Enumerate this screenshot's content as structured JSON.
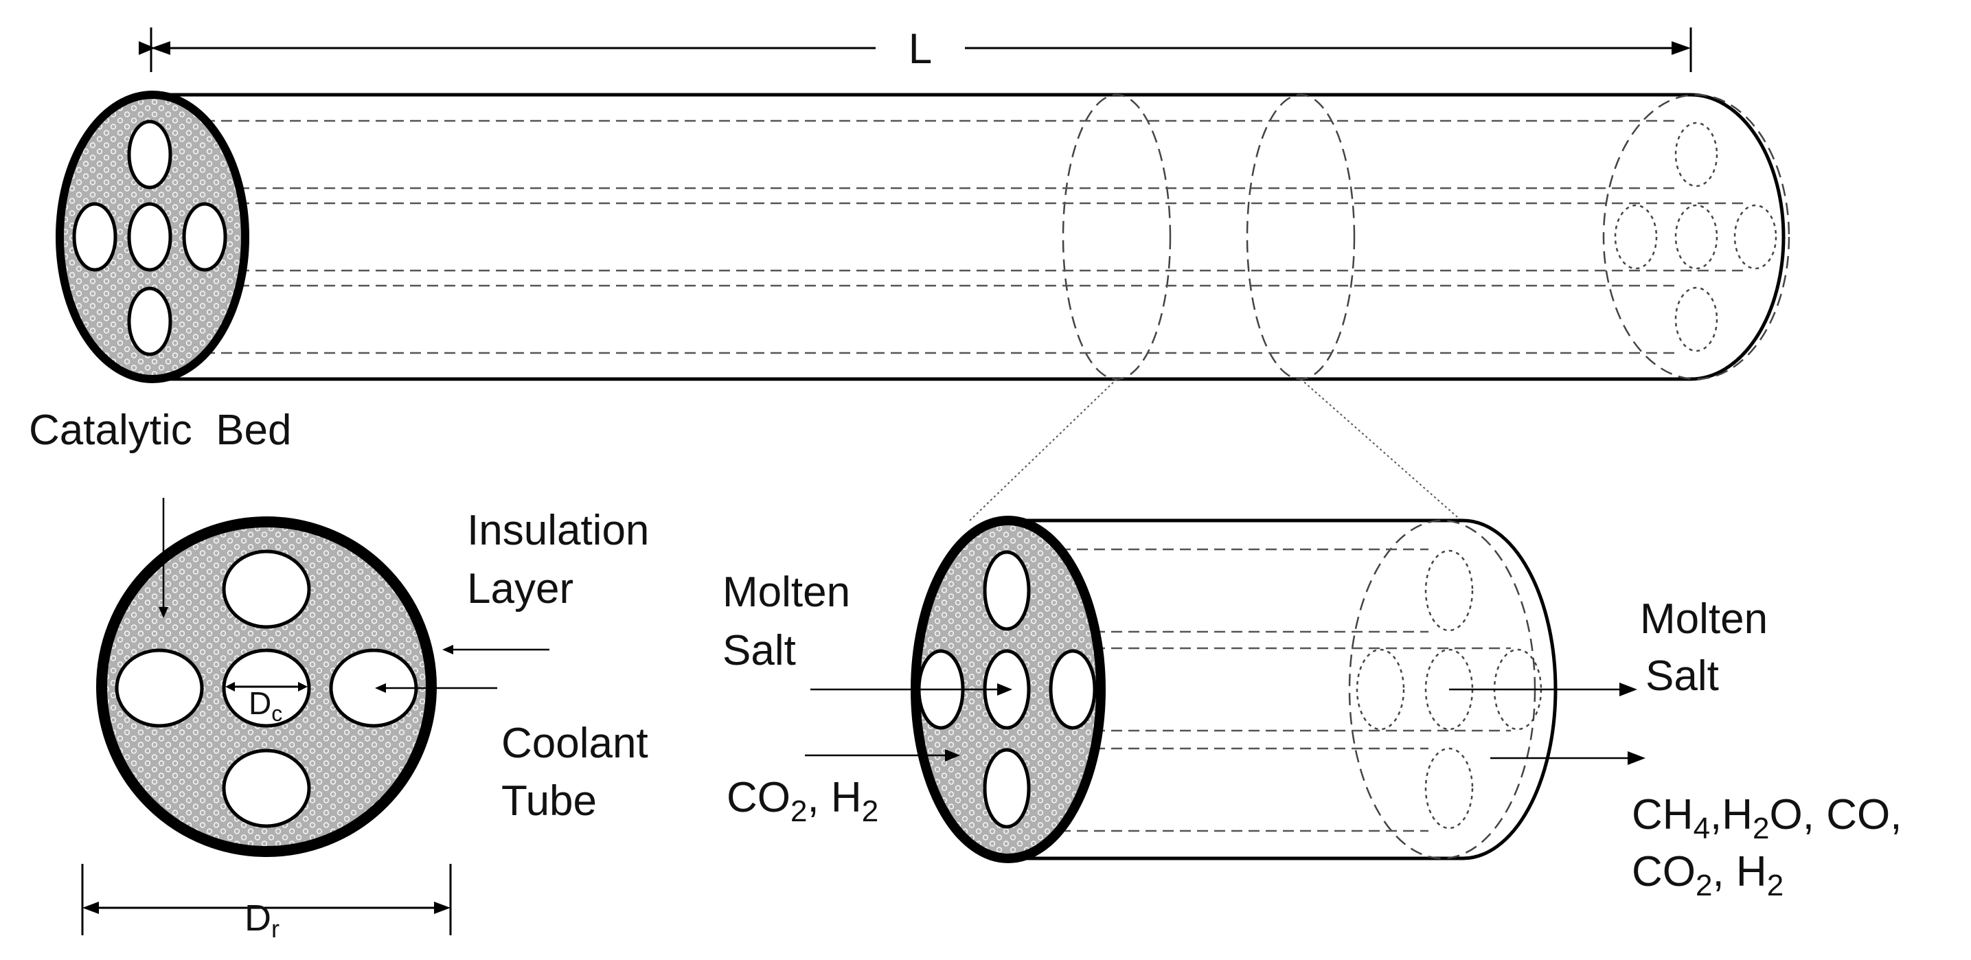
{
  "labels": {
    "length": "L",
    "catalytic_bed": "Catalytic  Bed",
    "insulation_line1": "Insulation",
    "insulation_line2": "Layer",
    "coolant_line1": "Coolant",
    "coolant_line2": "Tube",
    "dc_base": "D",
    "dc_sub": "c",
    "dr_base": "D",
    "dr_sub": "r",
    "salt_in_line1": "Molten",
    "salt_in_line2": "Salt",
    "feed_co": "CO",
    "feed_co_sub": "2",
    "feed_h": ", H",
    "feed_h_sub": "2",
    "salt_out_line1": "Molten",
    "salt_out_line2": "Salt",
    "prod_ch": "CH",
    "prod_ch_sub": "4",
    "prod_h2o_a": ",H",
    "prod_h2o_sub": "2",
    "prod_h2o_b": "O, CO,",
    "prod2_co": "CO",
    "prod2_co_sub": "2",
    "prod2_h": ", H",
    "prod2_h_sub": "2"
  },
  "colors": {
    "stroke": "#000000",
    "bed_fill": "#b3b3b3",
    "hex_pattern": "#f2f2f2"
  }
}
